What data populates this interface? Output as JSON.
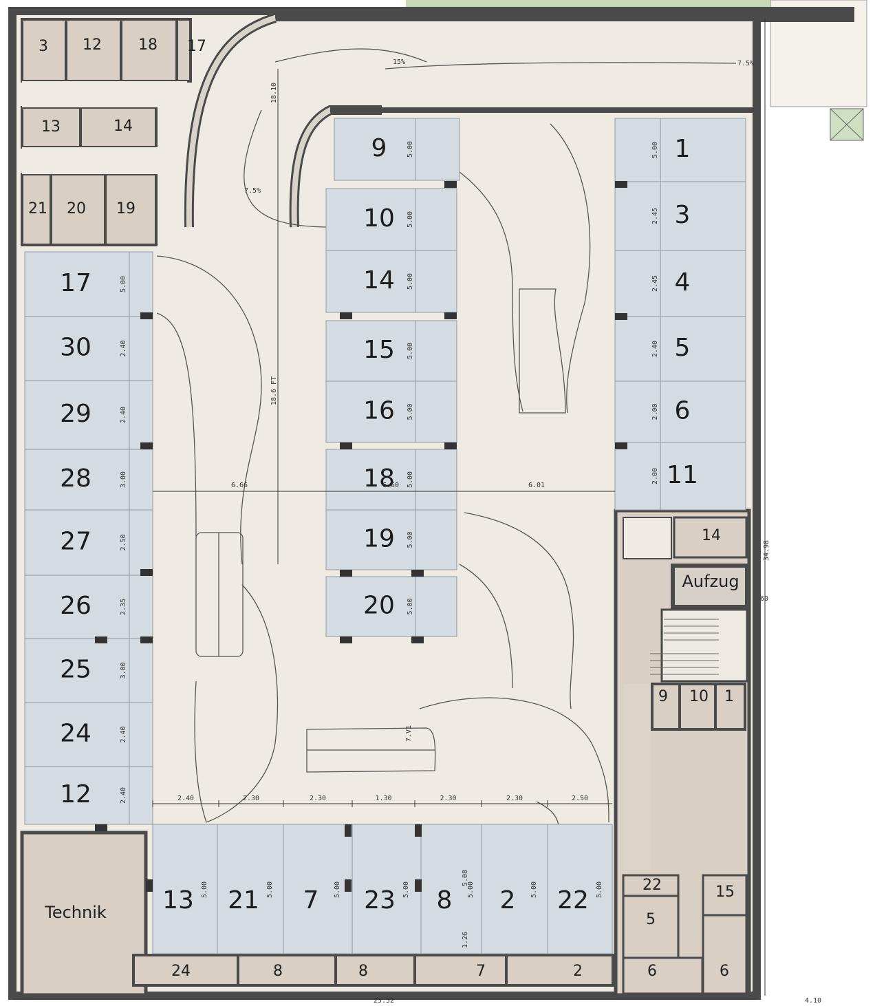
{
  "colors": {
    "parking_fill": "#d4dce2",
    "storage_fill": "#d9cfc4",
    "floor_fill": "#efebe2",
    "wall": "#4a4a4a",
    "green_area": "#c9d9b8"
  },
  "parking_spaces": {
    "left_column": [
      "17",
      "30",
      "29",
      "28",
      "27",
      "26",
      "25",
      "24",
      "12"
    ],
    "left_column_widths": [
      "5.00",
      "2.40",
      "2.40",
      "3.00",
      "2.50",
      "2.35",
      "3.00",
      "2.40",
      "2.40"
    ],
    "middle_column": [
      "9",
      "10",
      "14",
      "15",
      "16",
      "18",
      "19",
      "20"
    ],
    "middle_column_widths": [
      "5.00",
      "5.00",
      "5.00",
      "5.00",
      "5.00",
      "5.00",
      "5.00",
      "5.00"
    ],
    "right_column": [
      "1",
      "3",
      "4",
      "5",
      "6",
      "11"
    ],
    "right_column_widths": [
      "5.00",
      "2.45",
      "2.45",
      "2.40",
      "2.00",
      "2.00"
    ],
    "bottom_row": [
      "13",
      "21",
      "7",
      "23",
      "8",
      "2",
      "22"
    ],
    "bottom_row_depths": [
      "5.00",
      "5.00",
      "5.00",
      "5.00",
      "5.00",
      "5.00",
      "5.00"
    ]
  },
  "storage_rooms": {
    "top_left": [
      "3",
      "12",
      "18",
      "17",
      "13",
      "14",
      "21",
      "20",
      "19"
    ],
    "right_upper": [
      "14"
    ],
    "right_middle": [
      "9",
      "10",
      "1"
    ],
    "right_lower": [
      "22",
      "15",
      "5",
      "6",
      "6"
    ],
    "bottom": [
      "24",
      "8",
      "8",
      "7",
      "2"
    ]
  },
  "rooms": {
    "elevator": "Aufzug",
    "technical": "Technik"
  },
  "dimensions": {
    "bottom_spacings": [
      "2.40",
      "2.30",
      "2.30",
      "1.30",
      "2.30",
      "2.30",
      "2.50"
    ],
    "aisle_left": "6.66",
    "aisle_middle": "6.60",
    "aisle_right": "6.01",
    "total_width": "25.52",
    "total_height": "34.98",
    "side_width": "4.10",
    "ramp_slope_1": "15%",
    "ramp_slope_2": "7.5%",
    "ramp_slope_3": "7.5%",
    "ramp_length": "18.10",
    "vertical_aisle": "18.6 FT",
    "center_mark": "7.V1",
    "elevator_dim": "60",
    "small_dim_1": "1.26",
    "small_dim_2": "5.08"
  }
}
